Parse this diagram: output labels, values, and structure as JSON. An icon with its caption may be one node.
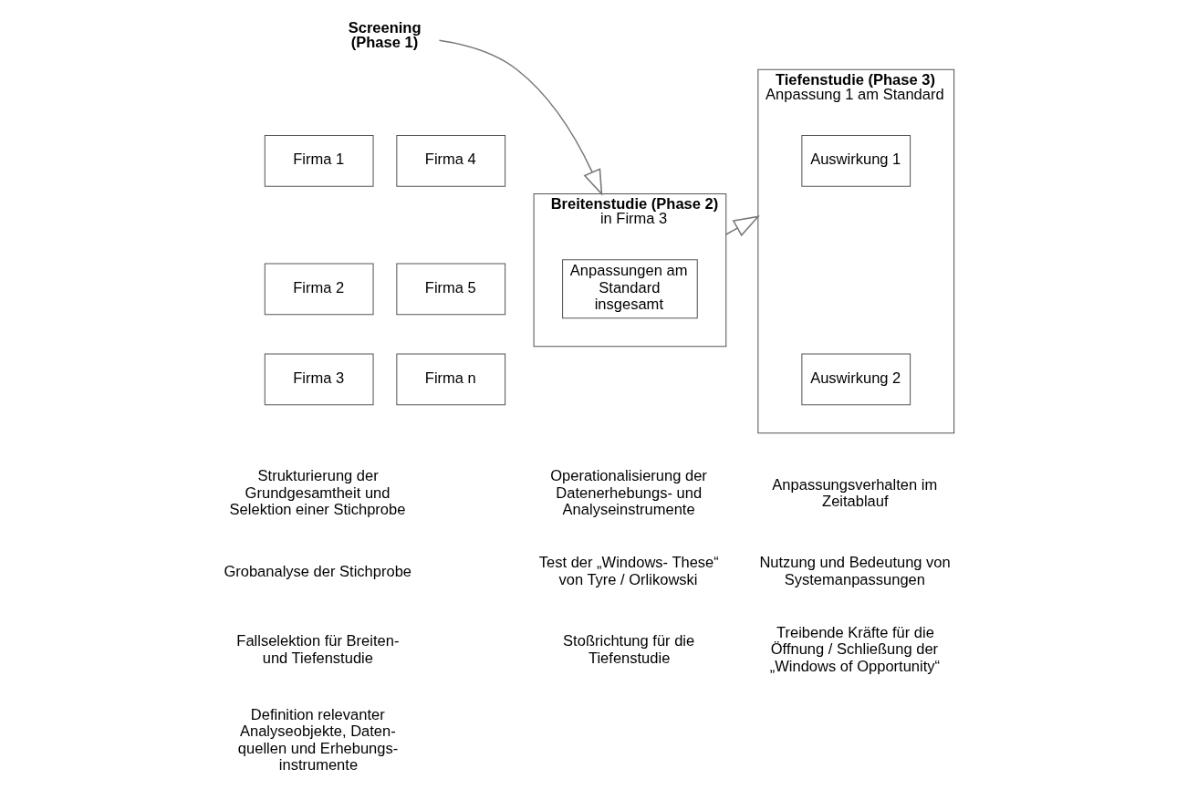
{
  "diagram": {
    "nodes": [
      {
        "text": [
          "Screening (Phase 1)"
        ]
      },
      {
        "text": [
          "Firma 1"
        ]
      },
      {
        "text": [
          "Firma 2"
        ]
      },
      {
        "text": [
          "Firma 3"
        ]
      },
      {
        "text": [
          "Firma 4"
        ]
      },
      {
        "text": [
          "Firma 5"
        ]
      },
      {
        "text": [
          "Firma n"
        ]
      },
      {
        "text": [
          "Breitenstudie (Phase 2)",
          "in Firma 3"
        ]
      },
      {
        "text": [
          "Anpassungen am Standard insgesamt"
        ],
        "in": 7
      },
      {
        "text": [
          "Tiefenstudie (Phase 3)",
          "Anpassung 1 am Standard"
        ]
      },
      {
        "text": [
          "Auswirkung 1"
        ],
        "in": 9
      },
      {
        "text": [
          "Auswirkung 2"
        ],
        "in": 9
      }
    ],
    "edges": [
      {
        "from": 0,
        "to": 7,
        "arrow": "to"
      },
      {
        "from": 7,
        "to": 9,
        "arrow": "to"
      }
    ],
    "labels": [
      "Strukturierung der Grundgesamtheit und Selektion einer Stichprobe",
      "Grobanalyse der Stichprobe",
      "Fallselektion für Breiten- und Tiefenstudie",
      "Definition relevanter Analyseobjekte, Daten- quellen und Erhebungs- instrumente",
      "Operationalisierung der Datenerhebungs- und Analyseinstrumente",
      "Test der „Windows- These“ von Tyre / Orlikowski",
      "Stoßrichtung für die Tiefenstudie",
      "Anpassungsverhalten im Zeitablauf",
      "Nutzung und Bedeutung von Systemanpassungen",
      "Treibende Kräfte für die Öffnung / Schließung der „Windows of Opportunity“"
    ]
  }
}
